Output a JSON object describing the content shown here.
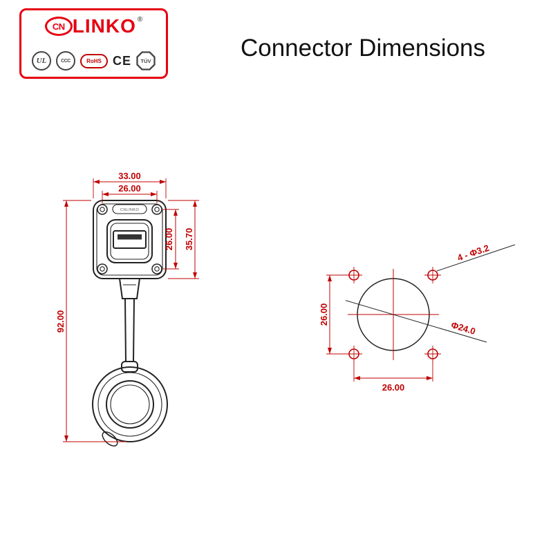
{
  "logo": {
    "mark": "CN",
    "rest": "LINKO",
    "reg": "®",
    "certs": {
      "ul": "UL",
      "ccc": "CCC",
      "rohs": "RoHS",
      "ce": "CE",
      "tuv": "TÜV"
    }
  },
  "title": "Connector Dimensions",
  "front_view": {
    "stamp": "CNLINKO",
    "dims": {
      "outer_width": "33.00",
      "hole_spacing_h": "26.00",
      "hole_spacing_v": "26.00",
      "flange_height": "35.70",
      "total_height": "92.00"
    }
  },
  "drill_view": {
    "holes_label": "4 - Φ3.2",
    "diameter_label": "Φ24.0",
    "dims": {
      "vertical": "26.00",
      "horizontal": "26.00"
    }
  },
  "colors": {
    "brand_red": "#e60012",
    "dimension_red": "#c00000",
    "line_color": "#222222"
  }
}
